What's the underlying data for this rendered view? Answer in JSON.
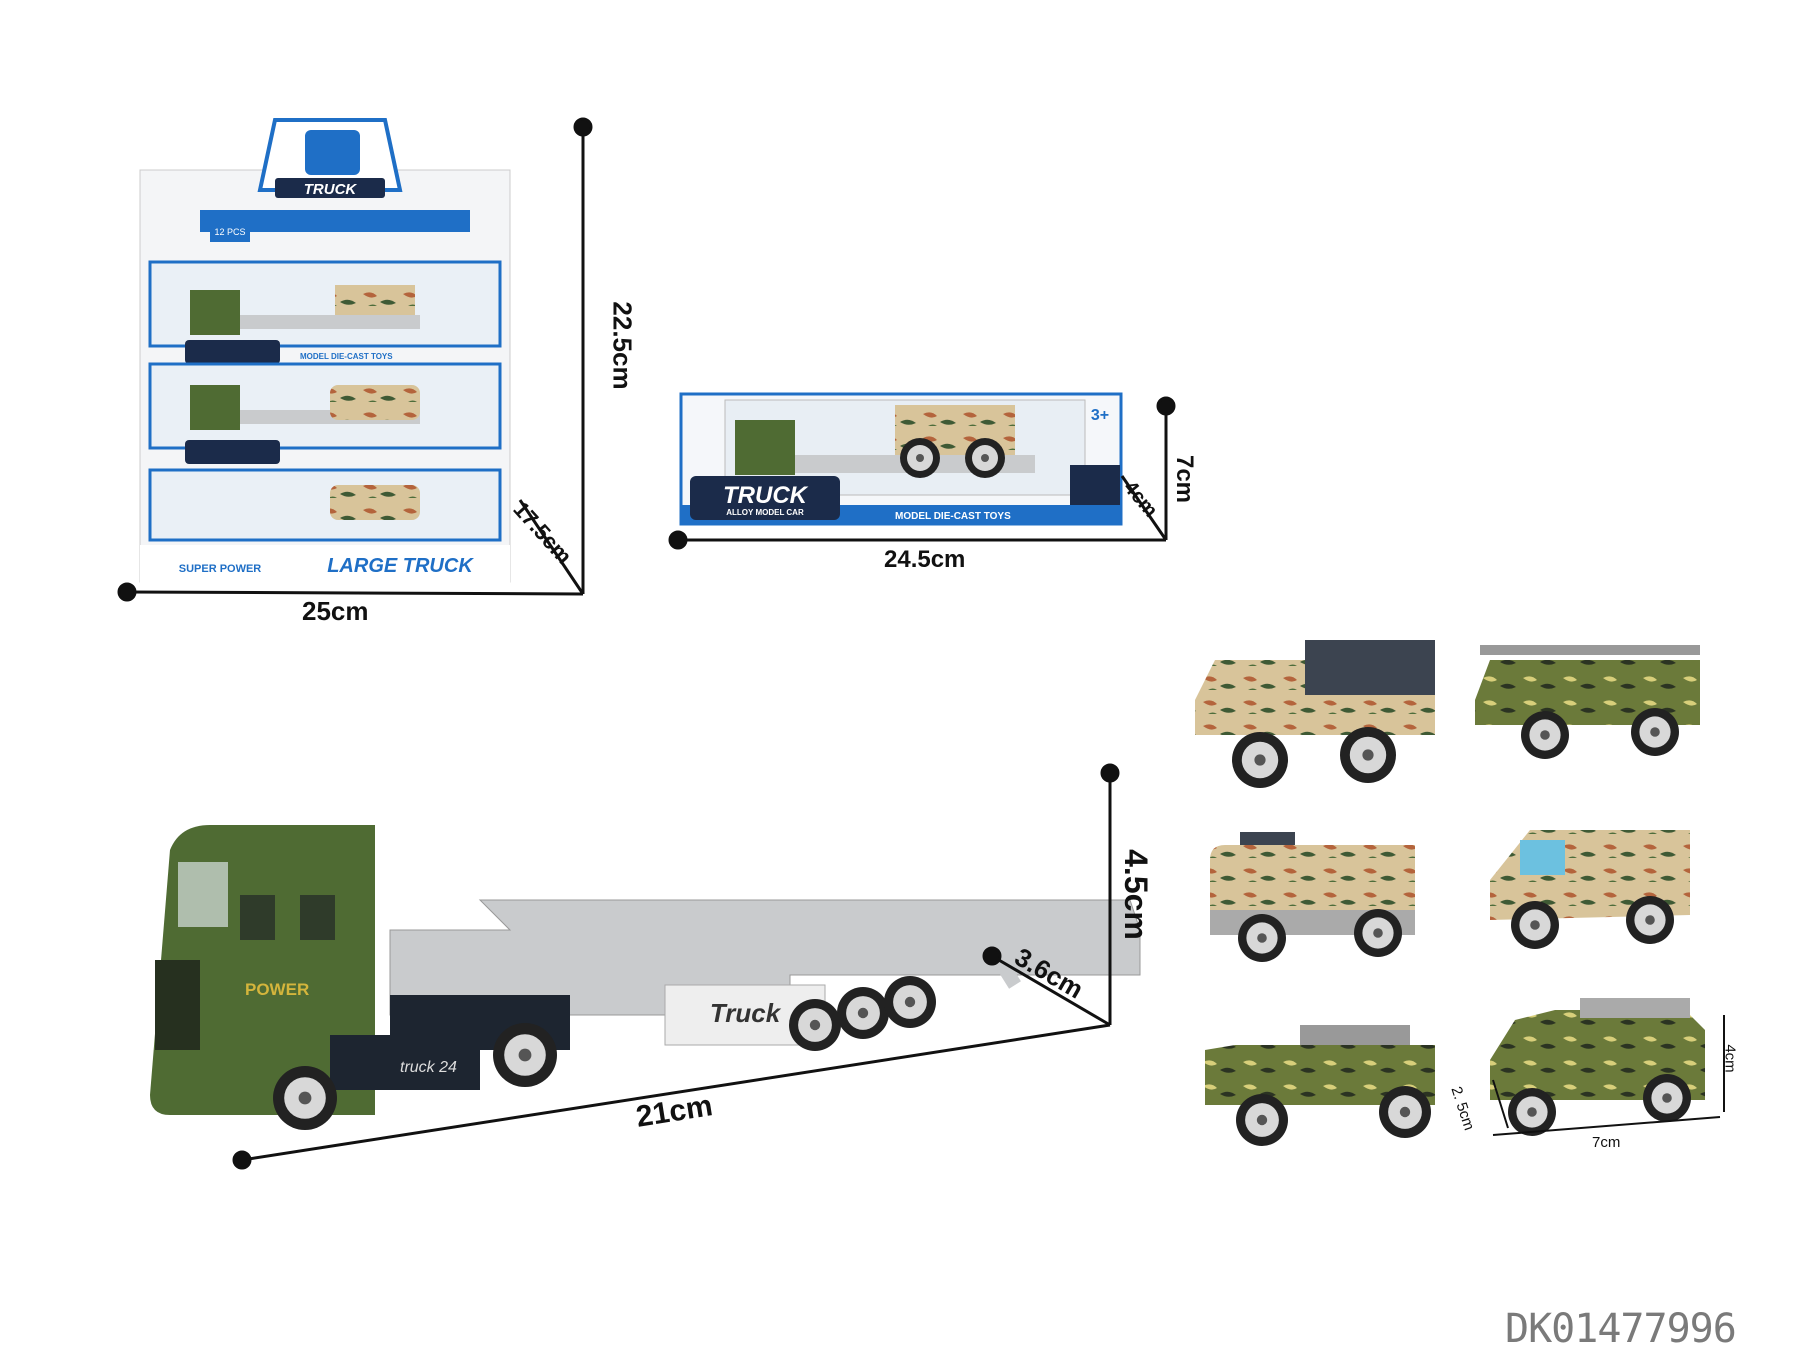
{
  "dimensions": {
    "display_box": {
      "height": "22.5cm",
      "width": "25cm",
      "depth": "17.5cm"
    },
    "single_package": {
      "height": "7cm",
      "width": "24.5cm",
      "depth": "4cm"
    },
    "truck": {
      "height": "4.5cm",
      "length": "21cm",
      "width": "3.6cm"
    },
    "small_vehicle": {
      "height": "4cm",
      "width": "2. 5cm",
      "length": "7cm"
    }
  },
  "packaging": {
    "brand_title": "TRUCK",
    "subtitle": "ALLOY MODEL CAR",
    "large_truck": "LARGE TRUCK",
    "super_power": "SUPER POWER",
    "pcs": "12 PCS",
    "age": "3+",
    "tagline": "MODEL DIE-CAST TOYS"
  },
  "truck_print": {
    "cab_text": "POWER",
    "number": "truck 24",
    "trailer_text": "Truck"
  },
  "watermark": "DK01477996",
  "colors": {
    "army_green": "#4f6b33",
    "camo_tan": "#d8c49a",
    "trailer_grey": "#c9cbcd",
    "box_blue": "#1f6fc6"
  }
}
